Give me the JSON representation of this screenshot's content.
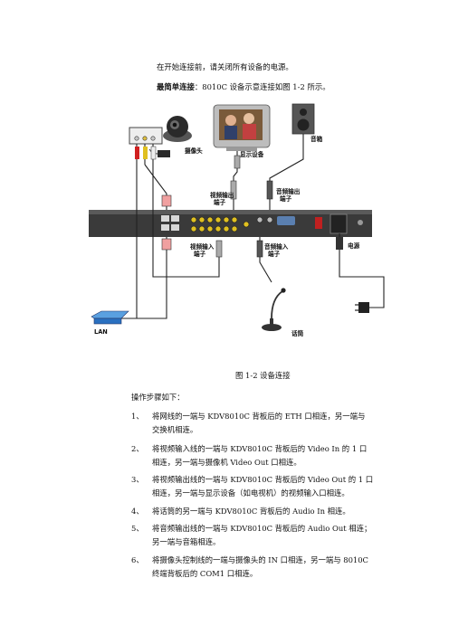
{
  "intro": {
    "line1": "在开始连接前，请关闭所有设备的电源。",
    "line2_bold": "最简单连接",
    "line2_rest": "：8010C 设备示意连接如图 1-2 所示。"
  },
  "diagram": {
    "labels": {
      "camera": "摄像头",
      "display": "显示设备",
      "speaker": "音箱",
      "video_out_1": "视频输出",
      "video_out_2": "端子",
      "audio_out_1": "音频输出",
      "audio_out_2": "端子",
      "video_in_1": "视频输入",
      "video_in_2": "端子",
      "audio_in_1": "音频输入",
      "audio_in_2": "端子",
      "power": "电源",
      "lan": "LAN",
      "mic": "话筒"
    }
  },
  "caption": "图 1-2    设备连接",
  "steps_intro": "操作步骤如下：",
  "steps": [
    {
      "num": "1、",
      "line1": "将网线的一端与 KDV8010C 背板后的 ETH 口相连，另一端与",
      "line2": "交换机相连。"
    },
    {
      "num": "2、",
      "line1": "将视频输入线的一端与 KDV8010C 背板后的 Video  In 的 1 口",
      "line2": "相连，另一端与摄像机 Video Out 口相连。"
    },
    {
      "num": "3、",
      "line1": "将视频输出线的一端与 KDV8010C 背板后的 Video Out 的 1 口",
      "line2": "相连，另一端与显示设备（如电视机）的视频输入口相连。"
    },
    {
      "num": "4、",
      "line1": "将话筒的另一端与 KDV8010C 背板后的 Audio In  相连。",
      "line2": ""
    },
    {
      "num": "5、",
      "line1": "将音频输出线的一端与 KDV8010C 背板后的 Audio Out  相连；",
      "line2": "另一端与音箱相连。"
    },
    {
      "num": "6、",
      "line1": "将摄像头控制线的一端与摄像头的 IN 口相连，另一端与 8010C",
      "line2": "终端背板后的 COM1 口相连。"
    }
  ]
}
